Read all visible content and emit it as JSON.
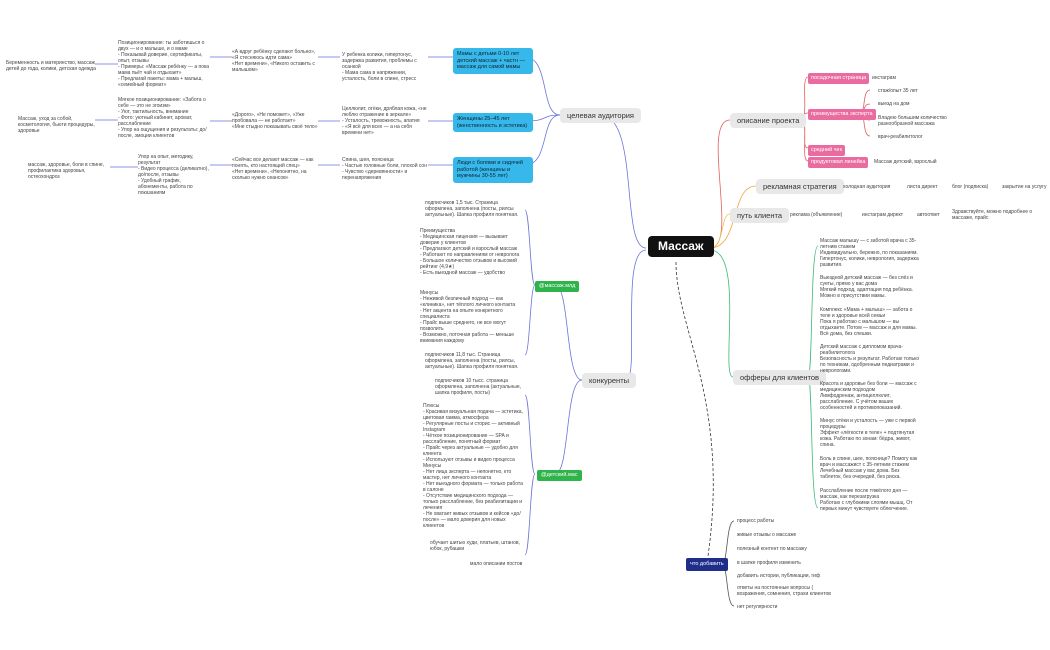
{
  "root": {
    "label": "Массаж"
  },
  "branches": {
    "audience": "целевая аудитория",
    "project": "описание проекта",
    "ads": "рекламная стратегия",
    "path": "путь клиента",
    "offers": "офферы для клиентов",
    "competitors": "конкуренты",
    "todo": "что добавить"
  },
  "project": {
    "landing": "посадочная страница",
    "landing_val": "инстаграм",
    "advantages": "преимущества эксперта",
    "adv_items": [
      "стаж/опыт 35 лет",
      "выезд на дом",
      "Владею большим количество разнообразной массажа",
      "врач-реабилитолог"
    ],
    "avg_check": "средний чек",
    "product_line": "продуктовая линейка",
    "product_val": "Массаж детский, взрослый"
  },
  "ads": {
    "items": [
      "холодная аудитория",
      "листа директ",
      "блог (подписка)",
      "закрытие на услугу"
    ]
  },
  "path": {
    "items": [
      "реклама (объявление)",
      "инстаграм директ",
      "автоответ",
      "Здравствуйте, можно подробнее о массаже, прайс"
    ]
  },
  "audience": {
    "groups": [
      {
        "name": "Мамы с детьми 0-10 лет детский массаж + частн — массаж для самой мамы",
        "problems": "У ребенка колики, гипертонус, задержка развития, проблемы с осанкой\n- Мама сама в напряжении, усталость, боли в спине, стресс",
        "fears": "«А вдруг ребёнку сделают больно», «Я стесняюсь идти сама»\n«Нет времени», «Никого оставить с малышом»",
        "offer": "Позиционирование: ты заботишься о двух — и о малыше, и о маме\n- Показывай доверие, сертификаты, опыт, отзывы\n- Примеры: «Массаж ребёнку — а пока мама пьёт чай и отдыхает»\n- Предлагай пакеты: мама + малыш, «семейный формат»",
        "interests": "Беременность и материнство, массаж детей до года, колики, детская одежда"
      },
      {
        "name": "Женщины 25–45 лет (женственность и эстетика)",
        "problems": "Целлюлит, отёки, дряблая кожа, «не люблю отражение в зеркале»\n- Усталость, тревожность, апатия\n- «Я всё для всех — а на себя времени нет»",
        "fears": "«Дорого», «Не поможет», «Уже пробовала — не работает»\n«Мне стыдно показывать своё тело»",
        "offer": "Мягкое позиционирование: «Забота о себе — это не эгоизм»\n- Уют, тактильность, внимание\n- Фото: уютный кабинет, аромат, расслабление\n- Упор на ощущения и результаты: до/после, эмоции клиентов",
        "interests": "Массаж, уход за собой, косметология, бьюти процедуры, здоровье"
      },
      {
        "name": "Люди с болями и сидячей работой (женщины и мужчины 30-55 лет)",
        "problems": "Спина, шея, поясница\n- Частые головные боли, плохой сон\n- Чувство «деревянности» и перенапряжения",
        "fears": "«Сейчас все делают массаж — как понять, кто настоящий спец»\n«Нет времени», «Непонятно, на сколько нужно сеансов»",
        "offer": "Упор на опыт, методику, результат\n- Видео процесса (деликатно), до/после, отзывы\n- Удобный график, абонементы, работа по показаниям",
        "interests": "массаж, здоровье, боли в спине, профилактика здоровья, остеохондроз"
      }
    ]
  },
  "competitors": {
    "first": {
      "name": "@массаж.млд",
      "subs": "подписчиков 1,5 тыс. Страница оформлена, заполнена (посты, рилсы актуальные). Шапка профиля понятная.",
      "plus": "Преимущества\n- Медицинская лицензия — вызывает доверие у клиентов\n- Предлагают детский и взрослый массаж\n- Работают по направлениям от невролога\n- Большое количество отзывов и высокий рейтинг (4,9★)\n- Есть выездной массаж — удобство",
      "minus": "Минусы\n- Неживой безличный подход — как «клиника», нет тёплого личного контакта\n- Нет акцента на опыте конкретного специалиста\n- Прайс выше среднего, не все могут позволить\n- Возможно, поточная работа — меньше внимания каждому",
      "subs2": "подписчиков 11,8 тыс. Страница оформлена, заполнена (посты, рилсы, актуальные). Шапка профиля понятная."
    },
    "second": {
      "name": "@детский.мас",
      "subs": "подписчиков 10 тысс. страница оформлена, заполнена (актуальные, шапка профиля, посты)",
      "body": "Плюсы\n- Красивая визуальная подача — эстетика, цветовая гамма, атмосфера\n- Регулярные посты и сторис — активный Instagram\n- Чёткое позиционирование — SPA и расслабление, понятный формат\n- Прайс через актуальные — удобно для клиента\n- Используют отзывы и видео процесса\nМинусы\n- Нет лица эксперта — непонятно, кто мастер, нет личного контакта\n- Нет выездного формата — только работа в салоне\n- Отсутствие медицинского подхода — только расслабление, без реабилитации и лечения\n- Не хватает живых отзывов и кейсов «до/после» — мало доверия для новых клиентов",
      "extra1": "обучает шитью худи, платьев, штанов, юбок, рубашки",
      "extra2": "мало описании постов"
    }
  },
  "offers": [
    "Массаж малышу — с заботой врача с 35-летним стажем\nИндивидуально, бережно, по показаниям. Гипертонус, колики, неврология, задержка развития.",
    "Выездной детский массаж — без слёз и суеты, прямо у вас дома\nМягкий подход, адаптация под ребёнка. Можно в присутствии мамы.",
    "Комплекс «Мама + малыш» — забота о теле и здоровье всей семьи\nПока я работаю с малышом — вы отдыхаете. Потом — массаж и для мамы. Всё дома, без спешки.",
    "Детский массаж с дипломом врача-реабилитолога\nБезопасность и результат. Работаю только по техникам, одобренным педиатрами и неврологами.",
    "Красота и здоровье без боли — массаж с медицинским подходом\nЛимфодренаж, антицеллюлит, расслабление. С учётом ваших особенностей и противопоказаний.",
    "Минус отёки и усталость — уже с первой процедуры\nЭффект «лёгкости в теле» + подтянутая кожа. Работаю по зонам: бёдра, живот, спина.",
    "Боль в спине, шее, пояснице? Помогу как врач и массажист с 35-летним стажем\nЛечебный массаж у вас дома. Без таблеток, без очередей, без риска.",
    "Расслабление после тяжёлого дня — массаж, как перезагрузка\nРаботаю с глубокими слоями мышц. От первых минут чувствуете облегчение."
  ],
  "todo": [
    "процесс работы",
    "живые отзывы о массаже",
    "полезный контент по массажу",
    "в шапке профиля изменить",
    "добавить истории, публикации, гиф",
    "ответы на постоянные вопросы ( возражения, сомнения, страхи клиентов",
    "нет регулярности"
  ]
}
